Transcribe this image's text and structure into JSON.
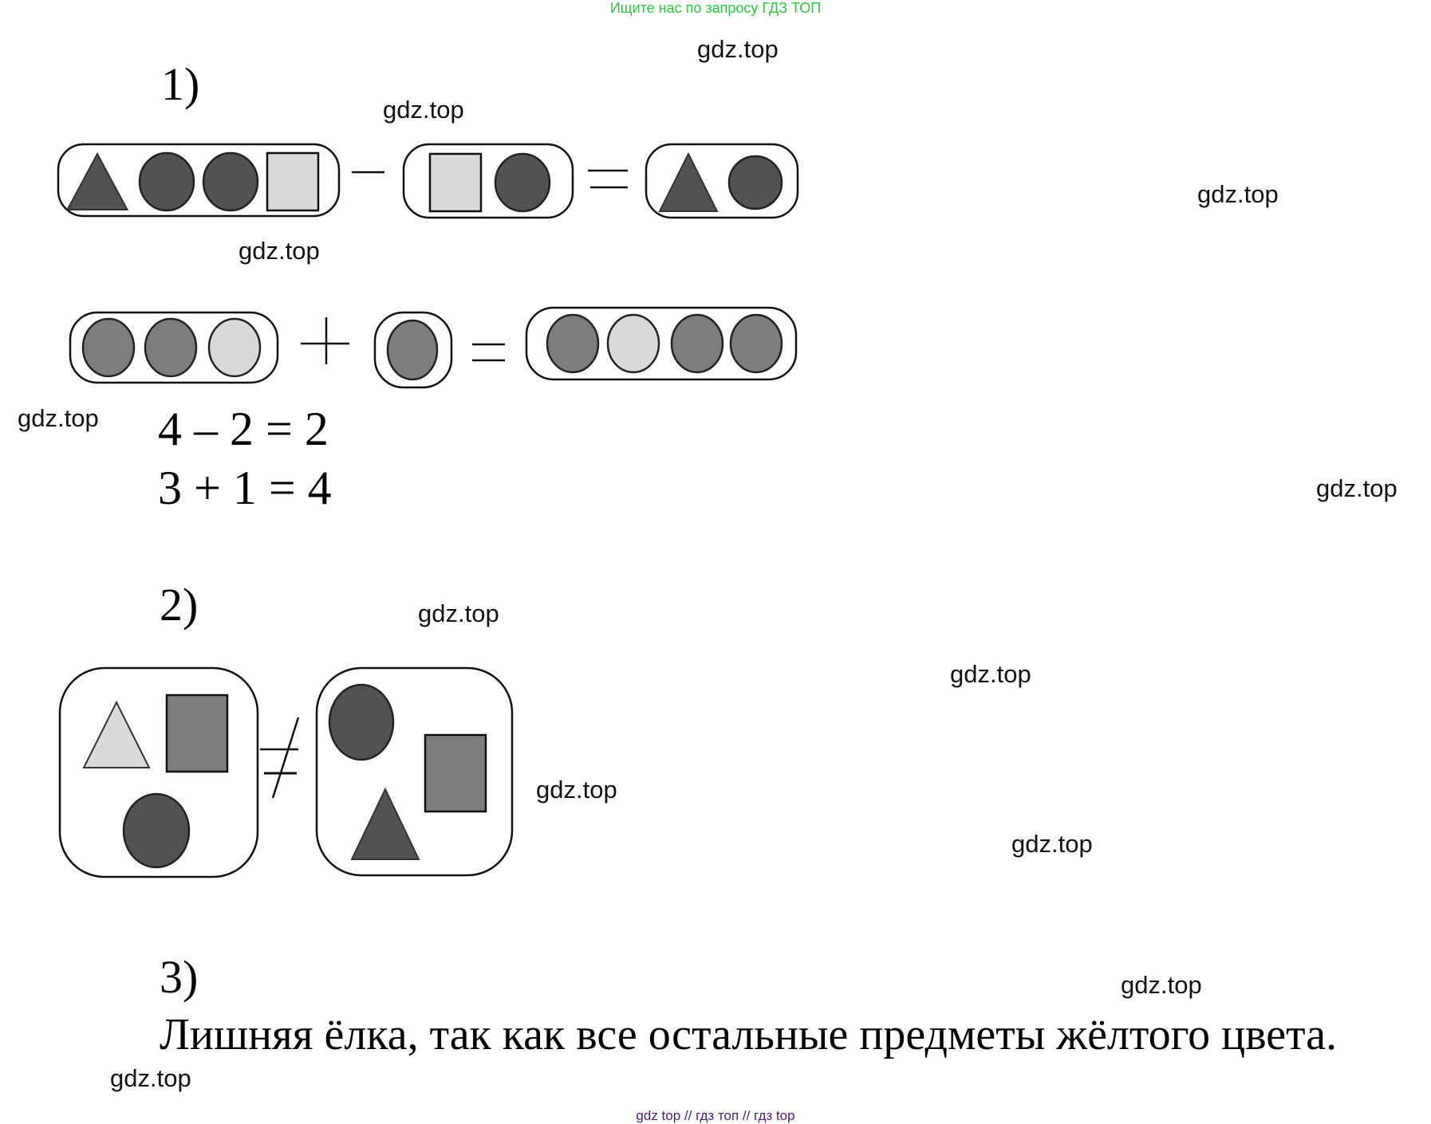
{
  "header": {
    "banner": "Ищите нас по запросу ГДЗ ТОП"
  },
  "watermarks": [
    "gdz.top",
    "gdz.top",
    "gdz.top",
    "gdz.top",
    "gdz.top",
    "gdz.top",
    "gdz.top",
    "gdz.top",
    "gdz.top",
    "gdz.top",
    "gdz.top",
    "gdz.top"
  ],
  "task1": {
    "label": "1)",
    "row1": {
      "groups": [
        [
          "triangle-dark",
          "circle-dark",
          "circle-dark",
          "square-light"
        ],
        [
          "square-light",
          "circle-dark"
        ],
        [
          "triangle-dark",
          "circle-dark"
        ]
      ],
      "operators": [
        "minus",
        "equals"
      ]
    },
    "row2": {
      "groups": [
        [
          "circle-mid",
          "circle-mid",
          "circle-light"
        ],
        [
          "circle-mid"
        ],
        [
          "circle-mid",
          "circle-light",
          "circle-mid",
          "circle-mid"
        ]
      ],
      "operators": [
        "plus",
        "equals"
      ]
    },
    "equations": [
      "4 – 2 = 2",
      "3 + 1 = 4"
    ]
  },
  "task2": {
    "label": "2)",
    "left_set": [
      "triangle-light",
      "rect-mid",
      "circle-dark"
    ],
    "operator": "not-equal",
    "right_set": [
      "circle-dark",
      "rect-mid",
      "triangle-dark"
    ]
  },
  "task3": {
    "label": "3)",
    "answer": "Лишняя ёлка, так как все остальные предметы жёлтого цвета."
  },
  "colors": {
    "dark": "#525252",
    "mid": "#7d7d7d",
    "light": "#d9d9d9",
    "banner": "#2fc43f",
    "footer": "#4b1c7a"
  },
  "footer": {
    "text": "gdz top  //  гдз топ  //  гдз top"
  }
}
